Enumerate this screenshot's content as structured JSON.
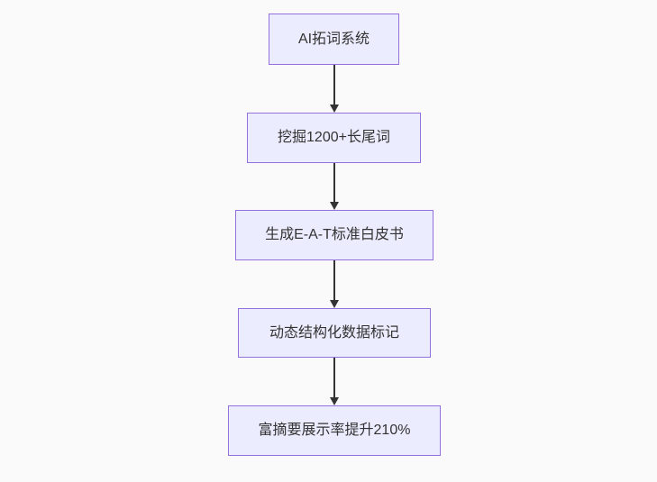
{
  "diagram": {
    "type": "flowchart",
    "direction": "top-down",
    "nodes": [
      {
        "label": "AI拓词系统"
      },
      {
        "label": "挖掘1200+长尾词"
      },
      {
        "label": "生成E-A-T标准白皮书"
      },
      {
        "label": "动态结构化数据标记"
      },
      {
        "label": "富摘要展示率提升210%"
      }
    ],
    "edges": [
      {
        "from": "AI拓词系统",
        "to": "挖掘1200+长尾词"
      },
      {
        "from": "挖掘1200+长尾词",
        "to": "生成E-A-T标准白皮书"
      },
      {
        "from": "生成E-A-T标准白皮书",
        "to": "动态结构化数据标记"
      },
      {
        "from": "动态结构化数据标记",
        "to": "富摘要展示率提升210%"
      }
    ],
    "colors": {
      "node_fill": "#ececff",
      "node_border": "#9370db",
      "arrow": "#333333",
      "text": "#333333",
      "background": "#fafafa"
    }
  }
}
